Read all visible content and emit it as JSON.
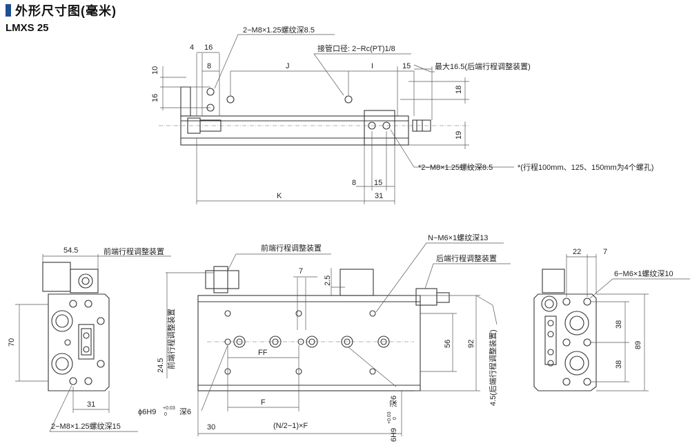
{
  "header": {
    "title": "外形尺寸图(毫米)",
    "model": "LMXS 25"
  },
  "top_view": {
    "tap_top": "2−M8×1.25螺纹深8.5",
    "port": "接管口径: 2−Rc(PT)1/8",
    "max_adj": "最大16.5(后端行程调整装置)",
    "tap_bottom": "*2−M8×1.25螺纹深8.5",
    "note": "*(行程100mm、125、150mm为4个螺孔)",
    "dims": {
      "d4": "4",
      "d16a": "16",
      "d8a": "8",
      "dJ": "J",
      "dI": "I",
      "d15a": "15",
      "d10": "10",
      "d16b": "16",
      "d18": "18",
      "d19": "19",
      "d8b": "8",
      "d15b": "15",
      "dK": "K",
      "d31": "31"
    }
  },
  "left_view": {
    "front_adj": "前端行程调整装置",
    "tap": "2−M8×1.25螺纹深15",
    "dims": {
      "d545": "54.5",
      "d70": "70",
      "d31": "31"
    }
  },
  "front_view": {
    "front_adj": "前端行程调整装置",
    "tap": "N−M6×1螺纹深13",
    "rear_adj": "后端行程调整装置",
    "front_adj_v": "前端行程调整装置",
    "rear_adj_v": "4.5(后端行程调整装置)",
    "pin_hole": "ϕ6H9",
    "tol_plus": "+0.03",
    "tol_zero": "0",
    "pin_depth": "深6",
    "pin_v": "6H9",
    "pin_v_depth": "深6",
    "dims": {
      "d7": "7",
      "d25": "2.5",
      "dFF": "FF",
      "dF": "F",
      "d245": "24.5",
      "d56": "56",
      "d92": "92",
      "d30": "30",
      "formula": "(N/2−1)×F"
    }
  },
  "right_view": {
    "tap": "6−M6×1螺纹深10",
    "dims": {
      "d22": "22",
      "d7": "7",
      "d38a": "38",
      "d38b": "38",
      "d89": "89"
    }
  }
}
